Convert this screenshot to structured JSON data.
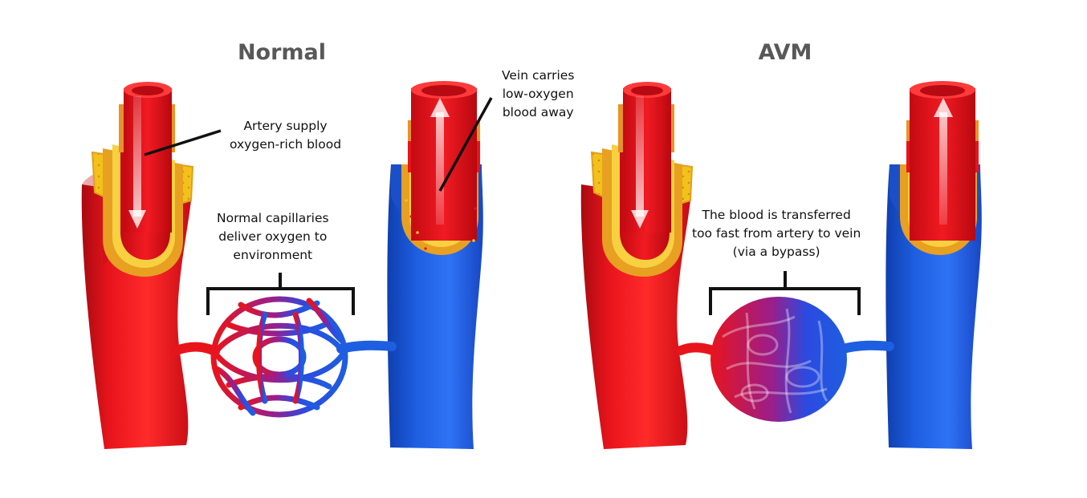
{
  "panels": {
    "normal": {
      "title": "Normal",
      "artery_label": [
        "Artery supply",
        "oxygen-rich blood"
      ],
      "vein_label": [
        "Vein carries",
        "low-oxygen",
        "blood away"
      ],
      "capillary_label": [
        "Normal capillaries",
        "deliver oxygen to",
        "environment"
      ]
    },
    "avm": {
      "title": "AVM",
      "bypass_label": [
        "The blood is transferred",
        "too fast from artery to vein",
        "(via a bypass)"
      ]
    }
  },
  "colors": {
    "artery": "#e8141c",
    "vein": "#1e5ee0",
    "fat_layer": "#f2c21a",
    "wall_outer": "#e7a022",
    "leader_line": "#111111",
    "title_text": "#585858"
  },
  "icons": [
    "arrow-down-icon",
    "arrow-up-icon"
  ]
}
